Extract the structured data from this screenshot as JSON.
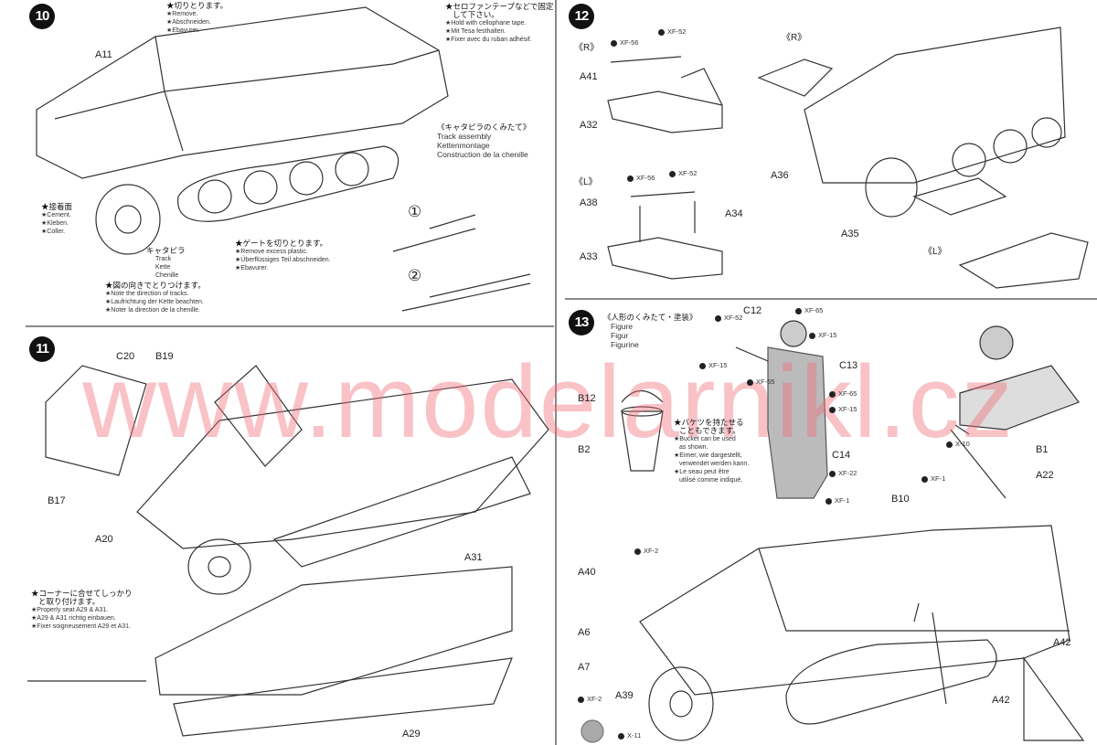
{
  "watermark": "www.modelarnikl.cz",
  "step10": {
    "number": "10",
    "a11": "A11",
    "remove": {
      "jp": "★切りとります。",
      "en": "★Remove.",
      "de": "★Abschneiden.",
      "fr": "★Ebavurer."
    },
    "tape": {
      "jp1": "★セロファンテープなどで固定",
      "jp2": "して下さい。",
      "en": "★Hold with cellophane tape.",
      "de": "★Mit Tesa festhalten.",
      "fr": "★Fixer avec du ruban adhésif."
    },
    "track_assembly": {
      "jp": "《キャタピラのくみたて》",
      "en": "Track assembly",
      "de": "Kettenmontage",
      "fr": "Construction de la chenille"
    },
    "cement": {
      "jp": "★接着面",
      "en": "★Cement.",
      "de": "★Kleben.",
      "fr": "★Coller."
    },
    "track": {
      "jp": "キャタピラ",
      "en": "Track",
      "de": "Kette",
      "fr": "Chenille"
    },
    "direction": {
      "jp": "★図の向きでとりつけます。",
      "en": "★Note the direction of tracks.",
      "de": "★Laufrichtung der Kette beachten.",
      "fr": "★Noter la direction de la chenille."
    },
    "gate": {
      "jp": "★ゲートを切りとります。",
      "en": "★Remove excess plastic.",
      "de": "★Überflüssiges Teil abschneiden.",
      "fr": "★Ebavurer."
    },
    "sub1": "①",
    "sub2": "②"
  },
  "step11": {
    "number": "11",
    "c20": "C20",
    "b19": "B19",
    "b17": "B17",
    "a20": "A20",
    "a31": "A31",
    "a29": "A29",
    "seat": {
      "jp1": "★コーナーに合せてしっかり",
      "jp2": "と取り付けます。",
      "en": "★Properly seat A29 & A31.",
      "de": "★A29 & A31 richtig einbauen.",
      "fr": "★Fixer soigneusement A29 et A31."
    }
  },
  "step12": {
    "number": "12",
    "r": "《R》",
    "l": "《L》",
    "xf56": "XF-56",
    "xf52": "XF-52",
    "a41": "A41",
    "a32": "A32",
    "a38": "A38",
    "a34": "A34",
    "a33": "A33",
    "a36": "A36",
    "a35": "A35"
  },
  "step13": {
    "number": "13",
    "title": {
      "jp": "《人形のくみたて・塗装》",
      "en": "Figure",
      "de": "Figur",
      "fr": "Figurine"
    },
    "c12": "C12",
    "c13": "C13",
    "c14": "C14",
    "b12": "B12",
    "b2": "B2",
    "b1": "B1",
    "b10": "B10",
    "a22": "A22",
    "a40": "A40",
    "a6": "A6",
    "a7": "A7",
    "a39": "A39",
    "a42": "A42",
    "xf52": "XF-52",
    "xf65": "XF-65",
    "xf15": "XF-15",
    "xf22": "XF-22",
    "xf1": "XF-1",
    "xf2": "XF-2",
    "x10": "X-10",
    "x11": "X-11",
    "bucket": {
      "jp1": "★バケツを持たせる",
      "jp2": "こともできます。",
      "en1": "★Bucket can be used",
      "en2": "as shown.",
      "de1": "★Eimer, wie dargestellt,",
      "de2": "verwendet werden kann.",
      "fr1": "★Le seau peut être",
      "fr2": "utilisé comme indiqué."
    }
  }
}
